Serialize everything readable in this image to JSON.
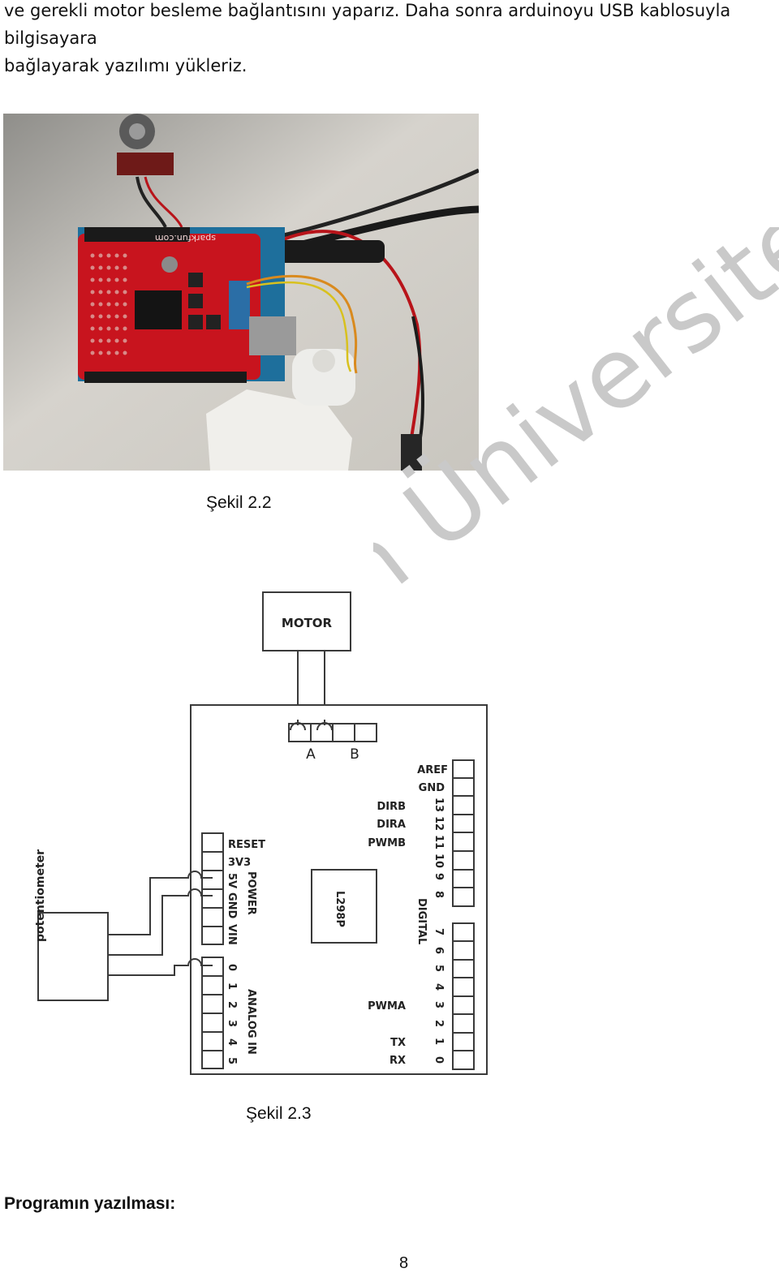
{
  "paragraph": {
    "line1": "ve gerekli motor besleme bağlantısını yaparız. Daha sonra arduinoyu USB kablosuyla bilgisayara",
    "line2": "bağlayarak yazılımı yükleriz."
  },
  "watermark": {
    "text": "in Üniversitesi"
  },
  "figure1": {
    "board_label": "sparkfun.com",
    "caption": "Şekil 2.2"
  },
  "figure2": {
    "motor_label": "MOTOR",
    "terminal_a": "A",
    "terminal_b": "B",
    "potentiometer_label": "potentiometer",
    "chip_label": "L298P",
    "power_pins": [
      "RESET",
      "3V3",
      "5V",
      "GND",
      "VIN"
    ],
    "power_group_label": "POWER",
    "analog_pins": [
      "0",
      "1",
      "2",
      "3",
      "4",
      "5"
    ],
    "analog_group_label": "ANALOG IN",
    "top_pins": [
      "AREF",
      "GND"
    ],
    "digital_high_pins": [
      "13",
      "12",
      "11",
      "10",
      "9",
      "8"
    ],
    "digital_low_pins": [
      "7",
      "6",
      "5",
      "4",
      "3",
      "2",
      "1",
      "0"
    ],
    "digital_group_label": "DIGITAL",
    "signal_labels": {
      "dirb": "DIRB",
      "dira": "DIRA",
      "pwmb": "PWMB",
      "pwma": "PWMA",
      "tx": "TX",
      "rx": "RX"
    },
    "caption": "Şekil 2.3"
  },
  "section_heading": "Programın yazılması:",
  "page_number": "8"
}
